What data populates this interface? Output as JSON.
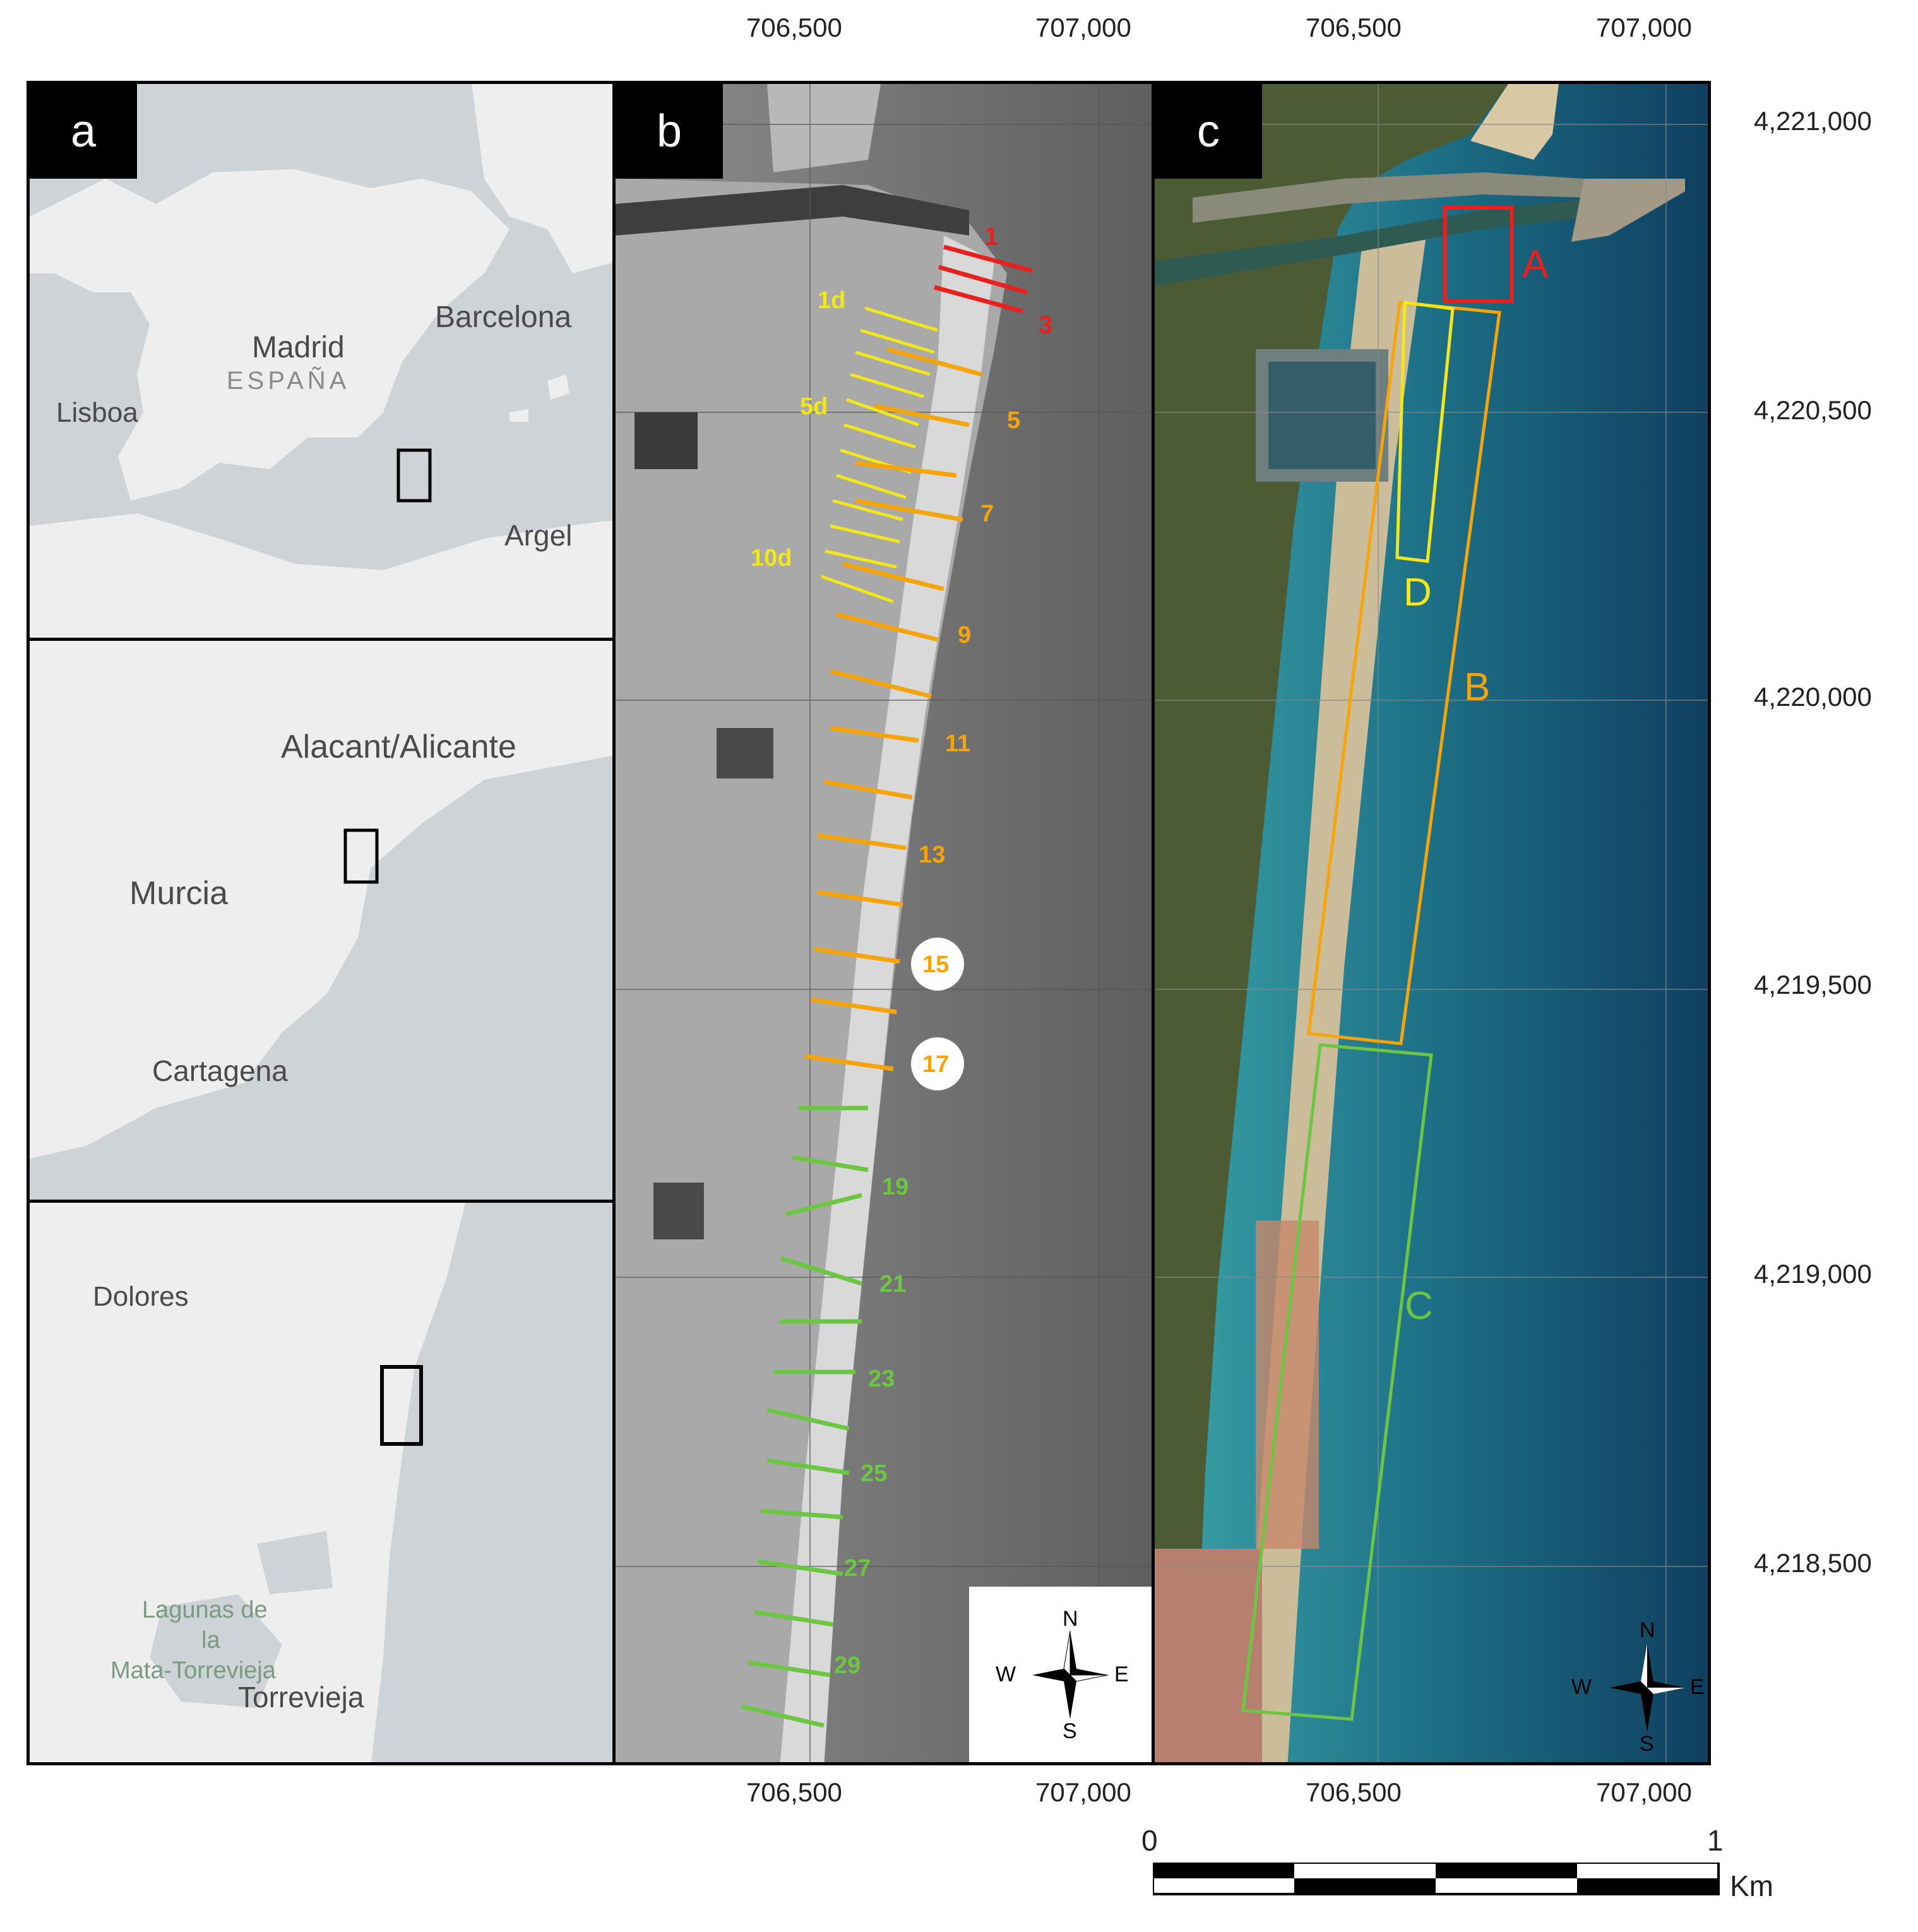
{
  "panels": {
    "a_label": "a",
    "b_label": "b",
    "c_label": "c"
  },
  "ticks": {
    "top_b": [
      "706,500",
      "707,000"
    ],
    "top_c": [
      "706,500",
      "707,000"
    ],
    "bottom_b": [
      "706,500",
      "707,000"
    ],
    "bottom_c": [
      "706,500",
      "707,000"
    ],
    "right": [
      "4,221,000",
      "4,220,500",
      "4,220,000",
      "4,219,500",
      "4,219,000",
      "4,218,500"
    ]
  },
  "inset1": {
    "cities": [
      "Madrid",
      "ESPAÑA",
      "Barcelona",
      "Lisboa",
      "Argel"
    ]
  },
  "inset2": {
    "cities": [
      "Alacant/Alicante",
      "Murcia",
      "Cartagena"
    ]
  },
  "inset3": {
    "cities": [
      "Dolores",
      "Lagunas de",
      "la",
      "Mata-Torrevieja",
      "Torrevieja"
    ]
  },
  "profiles": {
    "red": [
      "1",
      "3"
    ],
    "yellow": [
      "1d",
      "5d",
      "10d"
    ],
    "orange": [
      "5",
      "7",
      "9",
      "11",
      "13",
      "15",
      "17"
    ],
    "green": [
      "19",
      "21",
      "23",
      "25",
      "27",
      "29"
    ]
  },
  "zones": {
    "A": "A",
    "B": "B",
    "C": "C",
    "D": "D"
  },
  "compass": {
    "n": "N",
    "s": "S",
    "e": "E",
    "w": "W"
  },
  "scale": {
    "start": "0",
    "end": "1",
    "unit": "Km"
  },
  "colors": {
    "red": "#e8201e",
    "yellow": "#f2e71c",
    "orange": "#f5a50a",
    "green": "#6cc644",
    "sea": "#1f6e82",
    "land": "#eeeeee",
    "inset_sea": "#cdd3d6"
  }
}
